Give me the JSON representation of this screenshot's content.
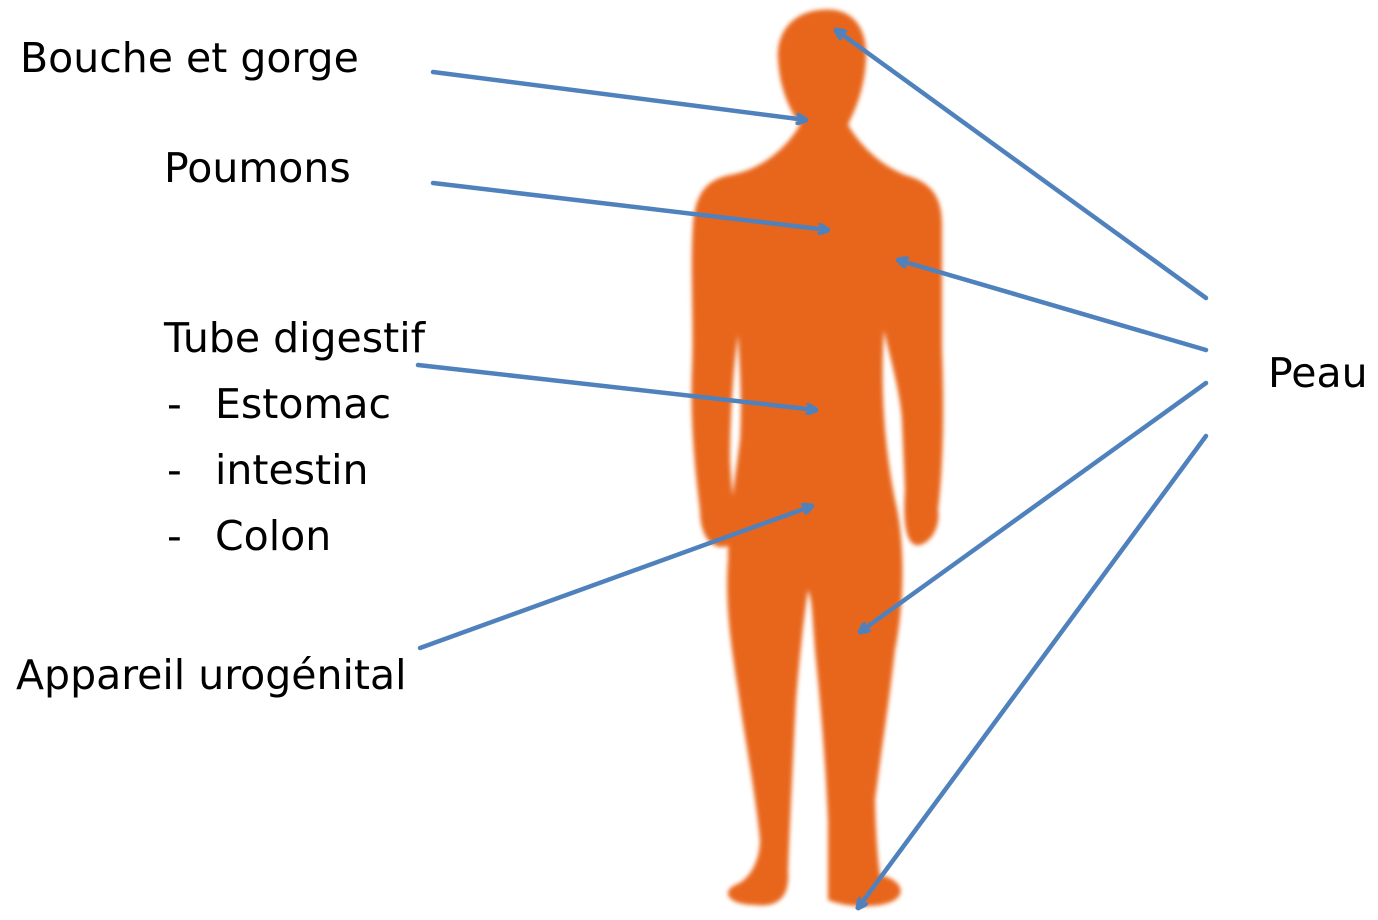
{
  "labels": {
    "mouth_throat": "Bouche et gorge",
    "lungs": "Poumons",
    "digestive_tract": "Tube digestif",
    "stomach": "Estomac",
    "intestine": "intestin",
    "colon": "Colon",
    "urogenital": "Appareil urogénital",
    "skin": "Peau",
    "dash": "-"
  },
  "colors": {
    "body": "#E8661A",
    "arrow": "#4F81BD",
    "text": "#000000"
  }
}
